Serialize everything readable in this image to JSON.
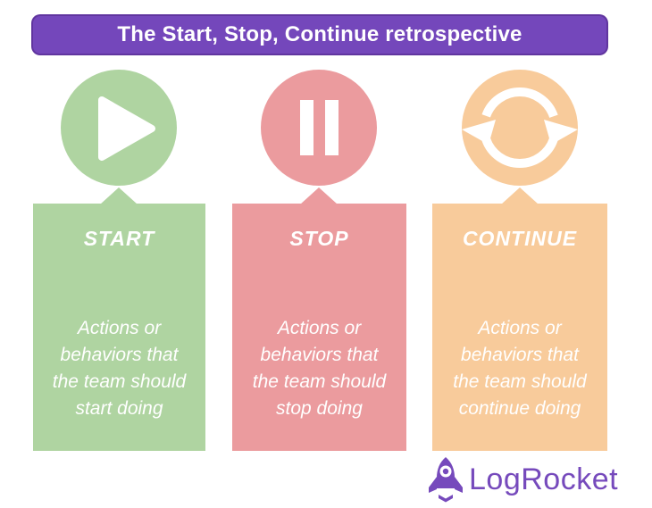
{
  "header": {
    "title": "The Start, Stop, Continue retrospective",
    "background_color": "#7447BB"
  },
  "columns": [
    {
      "title": "START",
      "description": "Actions or behaviors that the team should start doing",
      "color": "#AFD4A1",
      "icon": "play-icon"
    },
    {
      "title": "STOP",
      "description": "Actions or behaviors that the team should stop doing",
      "color": "#EB9B9E",
      "icon": "pause-icon"
    },
    {
      "title": "CONTINUE",
      "description": "Actions or behaviors that the team should continue doing",
      "color": "#F8CB9B",
      "icon": "refresh-icon"
    }
  ],
  "footer": {
    "brand_name": "LogRocket",
    "brand_color": "#764ABC",
    "icon": "rocket-icon"
  }
}
